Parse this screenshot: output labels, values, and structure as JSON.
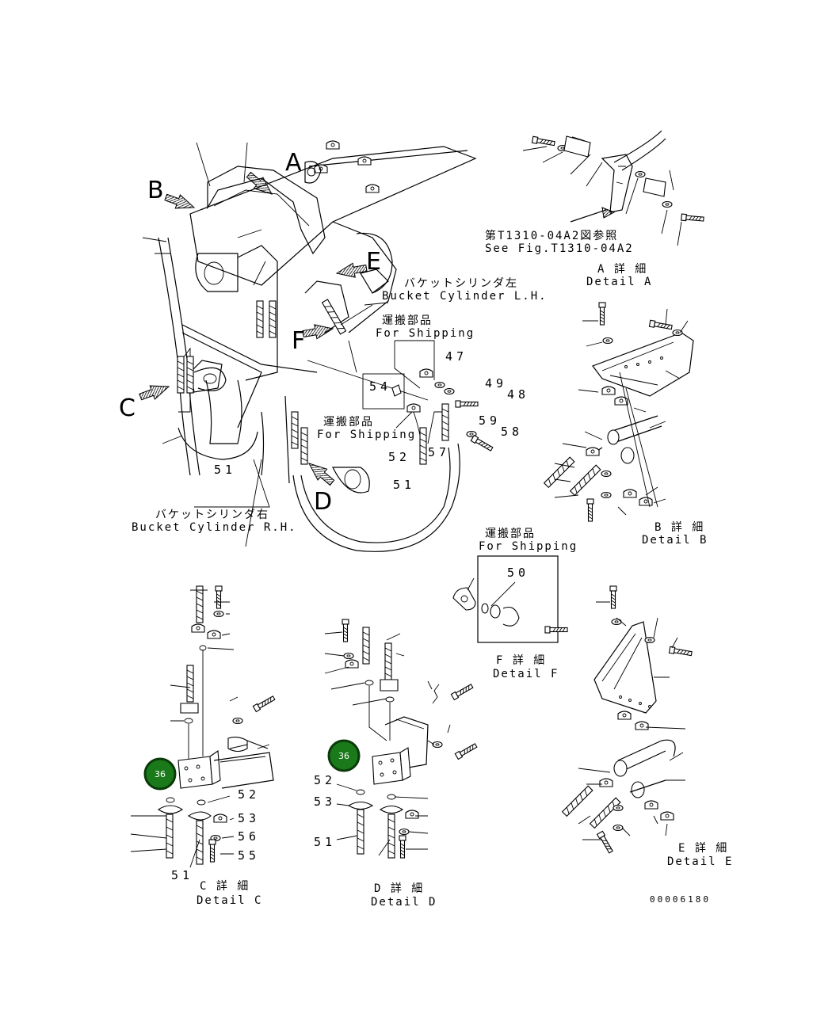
{
  "views": {
    "A": "A",
    "B": "B",
    "C": "C",
    "D": "D",
    "E": "E",
    "F": "F"
  },
  "labels": {
    "bucket_lh_jp": "バケットシリンダ左",
    "bucket_lh_en": "Bucket Cylinder L.H.",
    "bucket_rh_jp": "バケットシリンダ右",
    "bucket_rh_en": "Bucket Cylinder R.H.",
    "shipping_jp": "運搬部品",
    "shipping_en": "For Shipping",
    "see_fig_jp": "第T1310-04A2図参照",
    "see_fig_en": "See Fig.T1310-04A2",
    "detail_a_jp": "A 詳 細",
    "detail_a_en": "Detail A",
    "detail_b_jp": "B 詳 細",
    "detail_b_en": "Detail B",
    "detail_c_jp": "C 詳 細",
    "detail_c_en": "Detail C",
    "detail_d_jp": "D 詳 細",
    "detail_d_en": "Detail D",
    "detail_e_jp": "E 詳 細",
    "detail_e_en": "Detail E",
    "detail_f_jp": "F 詳 細",
    "detail_f_en": "Detail F",
    "drawing_code": "00006180"
  },
  "part_numbers": {
    "p47": "47",
    "p48": "48",
    "p49": "49",
    "p50": "50",
    "p51": "51",
    "p52": "52",
    "p53": "53",
    "p54": "54",
    "p55": "55",
    "p56": "56",
    "p57": "57",
    "p58": "58",
    "p59": "59"
  },
  "markers": [
    {
      "label": "36"
    },
    {
      "label": "36"
    }
  ],
  "colors": {
    "marker_fill": "#1a7a1a",
    "ink": "#000000",
    "paper": "#ffffff"
  }
}
